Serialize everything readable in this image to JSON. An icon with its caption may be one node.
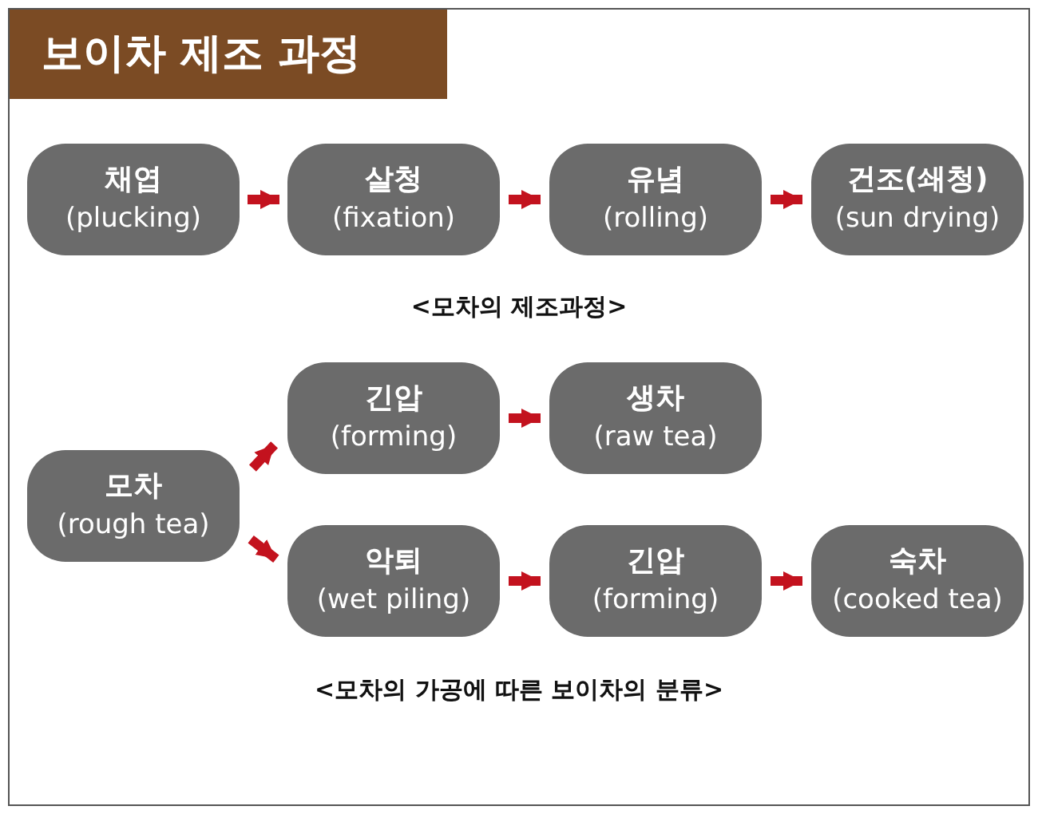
{
  "diagram": {
    "title": "보이차 제조 과정",
    "nodes": [
      {
        "text": [
          "채엽",
          "(plucking)"
        ]
      },
      {
        "text": [
          "살청",
          "(fixation)"
        ]
      },
      {
        "text": [
          "유념",
          "(rolling)"
        ]
      },
      {
        "text": [
          "건조(쇄청)",
          "(sun drying)"
        ]
      },
      {
        "text": [
          "모차",
          "(rough tea)"
        ]
      },
      {
        "text": [
          "긴압",
          "(forming)"
        ]
      },
      {
        "text": [
          "생차",
          "(raw tea)"
        ]
      },
      {
        "text": [
          "악퇴",
          "(wet piling)"
        ]
      },
      {
        "text": [
          "긴압",
          "(forming)"
        ]
      },
      {
        "text": [
          "숙차",
          "(cooked tea)"
        ]
      }
    ],
    "edges": [
      {
        "from": 0,
        "to": 1,
        "arrow": "to"
      },
      {
        "from": 1,
        "to": 2,
        "arrow": "to"
      },
      {
        "from": 2,
        "to": 3,
        "arrow": "to"
      },
      {
        "from": 4,
        "to": 5,
        "arrow": "to"
      },
      {
        "from": 5,
        "to": 6,
        "arrow": "to"
      },
      {
        "from": 4,
        "to": 7,
        "arrow": "to"
      },
      {
        "from": 7,
        "to": 8,
        "arrow": "to"
      },
      {
        "from": 8,
        "to": 9,
        "arrow": "to"
      }
    ],
    "labels": [
      "<모차의 제조과정>",
      "<모차의 가공에 따른 보이차의 분류>"
    ]
  }
}
